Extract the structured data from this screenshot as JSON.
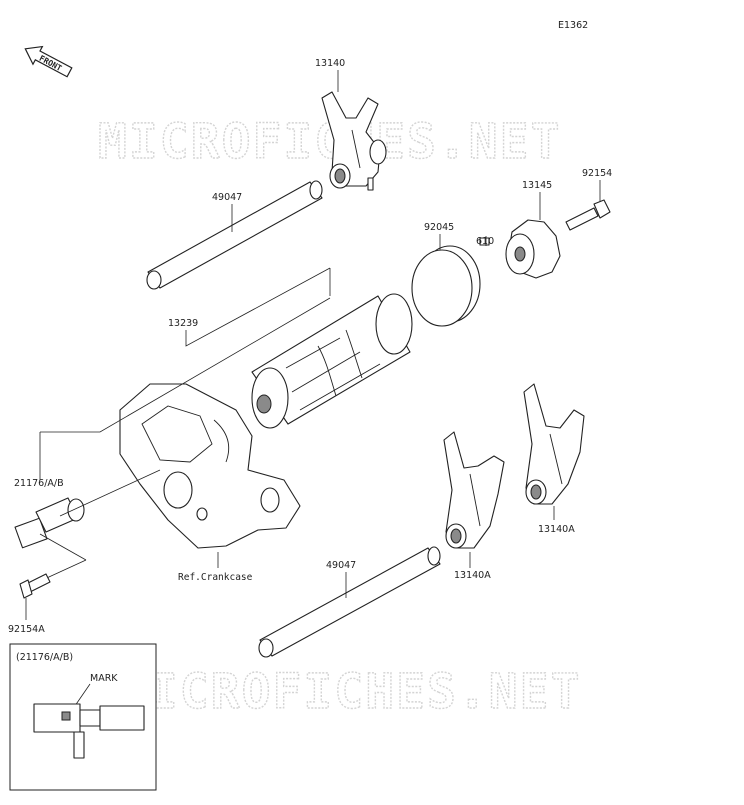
{
  "diagram": {
    "code": "E1362",
    "front_arrow": "FRONT",
    "watermark": "MICROFICHES.NET",
    "ref_note": "Ref.Crankcase",
    "callouts": {
      "fork_top": "13140",
      "shaft_top": "49047",
      "drum": "13239",
      "bearing": "92045",
      "pin": "610",
      "cam": "13145",
      "bolt": "92154",
      "sensor": "21176/A/B",
      "sensor_bolt": "92154A",
      "fork_mid": "13140A",
      "fork_right": "13140A",
      "shaft_bottom": "49047"
    },
    "inset": {
      "title": "(21176/A/B)",
      "mark": "MARK"
    }
  }
}
